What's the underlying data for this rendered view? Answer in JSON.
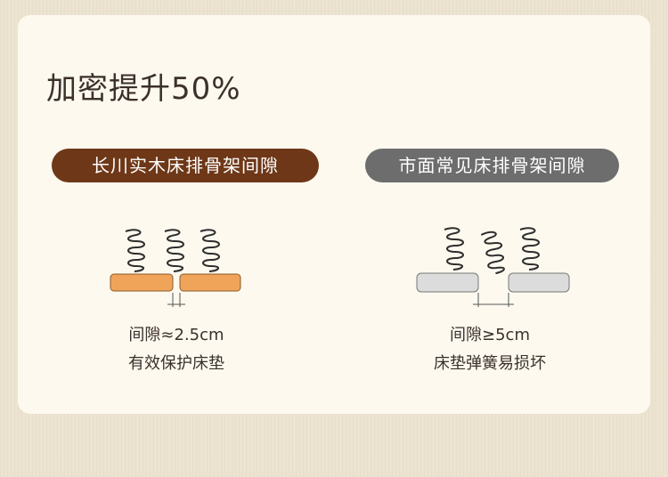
{
  "headline": "加密提升50%",
  "left": {
    "label": "长川实木床排骨架间隙",
    "gap_text": "间隙≈2.5cm",
    "note": "有效保护床垫",
    "slat_color": "#f0a45a",
    "label_color": "#6e3818"
  },
  "right": {
    "label": "市面常见床排骨架间隙",
    "gap_text": "间隙≥5cm",
    "note": "床垫弹簧易损坏",
    "slat_color": "#dcdcdc",
    "label_color": "#6d6d6d"
  },
  "icons": {
    "spring": "coil-spring-icon"
  }
}
